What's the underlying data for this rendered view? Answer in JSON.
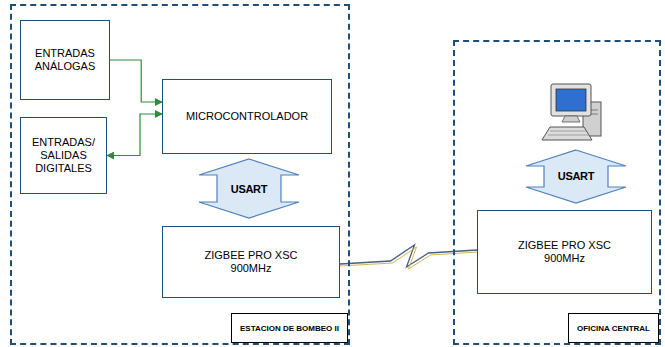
{
  "diagram": {
    "nodes": [
      {
        "text": [
          "ESTACION DE BOMBEO II"
        ]
      },
      {
        "text": [
          "ENTRADAS ANÁLOGAS"
        ],
        "in": 0
      },
      {
        "text": [
          "ENTRADAS/ SALIDAS DIGITALES"
        ],
        "in": 0
      },
      {
        "text": [
          "MICROCONTROLADOR"
        ],
        "in": 0
      },
      {
        "text": [
          "ZIGBEE PRO XSC 900MHz"
        ],
        "in": 0
      },
      {
        "text": [
          "OFICINA CENTRAL"
        ]
      },
      {
        "text": [
          "ZIGBEE PRO XSC 900MHz"
        ],
        "in": 5
      }
    ],
    "edges": [
      {
        "from": 1,
        "to": 3,
        "arrow": "to"
      },
      {
        "from": 3,
        "to": 2,
        "arrow": "both"
      },
      {
        "from": 3,
        "to": 4,
        "label": "USART",
        "arrow": "both"
      },
      {
        "from": 4,
        "to": 6,
        "arrow": "none"
      }
    ],
    "labels": [
      "USART"
    ]
  }
}
